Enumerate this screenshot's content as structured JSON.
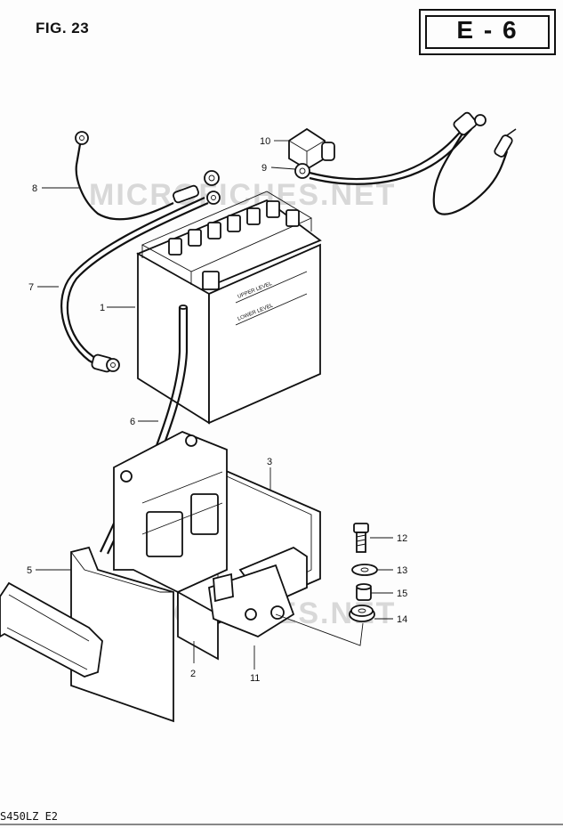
{
  "figure": {
    "title": "FIG. 23",
    "section_code": "E - 6",
    "model_code": "S450LZ E2"
  },
  "watermark": "MICROFICHES.NET",
  "battery_labels": {
    "upper": "UPPER LEVEL",
    "lower": "LOWER LEVEL"
  },
  "parts": [
    {
      "ref": "1"
    },
    {
      "ref": "2"
    },
    {
      "ref": "3"
    },
    {
      "ref": "5"
    },
    {
      "ref": "6"
    },
    {
      "ref": "7"
    },
    {
      "ref": "8"
    },
    {
      "ref": "9"
    },
    {
      "ref": "10"
    },
    {
      "ref": "11"
    },
    {
      "ref": "12"
    },
    {
      "ref": "13"
    },
    {
      "ref": "14"
    },
    {
      "ref": "15"
    }
  ]
}
